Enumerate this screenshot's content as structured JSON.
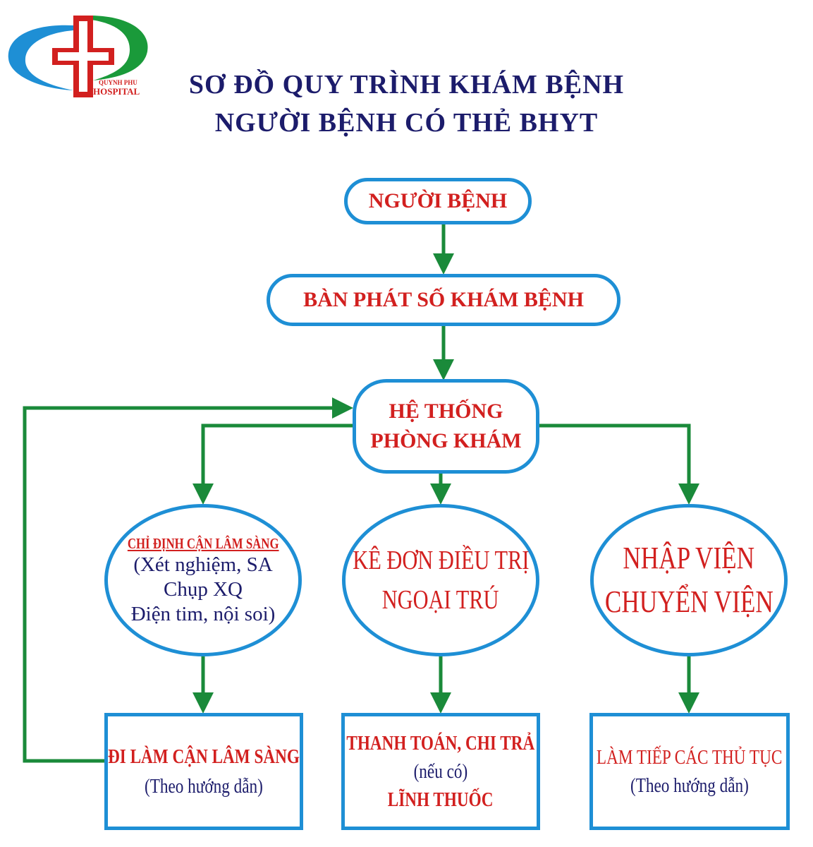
{
  "logo": {
    "line1": "QUYNH PHU",
    "line2": "HOSPITAL"
  },
  "title": {
    "line1": "SƠ ĐỒ QUY TRÌNH KHÁM BỆNH",
    "line2": "NGƯỜI BỆNH CÓ THẺ BHYT"
  },
  "nodes": {
    "patient": "NGƯỜI BỆNH",
    "ticket": "BÀN PHÁT SỐ KHÁM BỆNH",
    "clinic": {
      "line1": "HỆ THỐNG",
      "line2": "PHÒNG KHÁM"
    },
    "paraclinical": {
      "heading": "CHỈ ĐỊNH CẬN LÂM SÀNG",
      "line1": "(Xét nghiệm, SA",
      "line2": "Chụp XQ",
      "line3": "Điện tim, nội soi)"
    },
    "prescription": {
      "line1": "KÊ ĐƠN ĐIỀU TRỊ",
      "line2": "NGOẠI TRÚ"
    },
    "admission": {
      "line1": "NHẬP VIỆN",
      "line2": "CHUYỂN VIỆN"
    },
    "do_paraclinical": {
      "line1": "ĐI LÀM CẬN LÂM SÀNG",
      "line2": "(Theo hướng dẫn)"
    },
    "payment": {
      "line1": "THANH TOÁN, CHI TRẢ",
      "line2": "(nếu có)",
      "line3": "LĨNH THUỐC"
    },
    "procedures": {
      "line1": "LÀM TIẾP CÁC THỦ TỤC",
      "line2": "(Theo hướng dẫn)"
    }
  },
  "colors": {
    "border": "#1e8fd5",
    "arrow": "#1a8a3a",
    "red": "#d2201f",
    "navy": "#1c1c6b"
  }
}
